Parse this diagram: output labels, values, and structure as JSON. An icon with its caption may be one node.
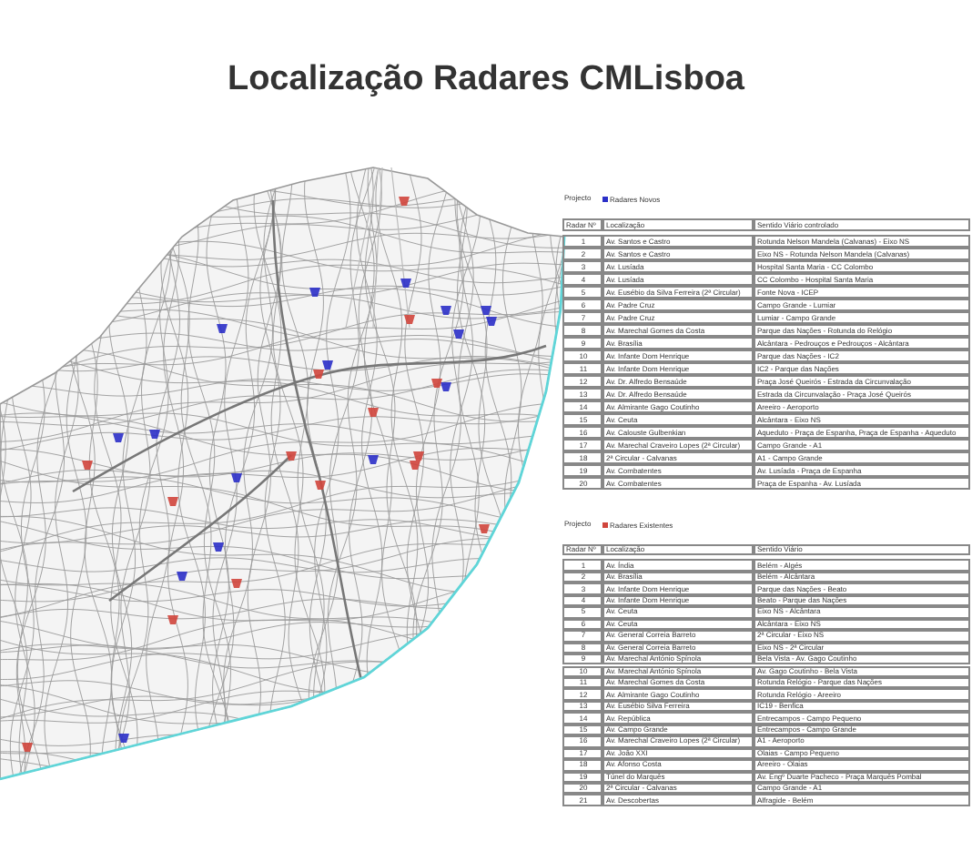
{
  "diagram": {
    "title": "Localização Radares CMLisboa",
    "labels": [
      "Projecto",
      "Radar Nº",
      "Localização",
      "Sentido Viário controlado",
      "1",
      "Av. Santos e Castro",
      "Rotunda Nelson Mandela (Calvanas) - Eixo NS",
      "2",
      "Av. Santos e Castro",
      "Eixo NS - Rotunda Nelson Mandela (Calvanas)",
      "3",
      "Av. Lusíada",
      "Hospital Santa Maria - CC Colombo",
      "4",
      "Av. Lusíada",
      "CC Colombo - Hospital Santa Maria",
      "5",
      "Av. Eusébio da Silva Ferreira (2ª Circular)",
      "Fonte Nova - ICEP",
      "6",
      "Av. Padre Cruz",
      "Campo Grande - Lumiar",
      "7",
      "Av. Padre Cruz",
      "Lumiar - Campo Grande",
      "8",
      "Av. Marechal Gomes da Costa",
      "Parque das Nações - Rotunda do Relógio",
      "9",
      "Av. Brasília",
      "Alcântara - Pedrouços e Pedrouços - Alcântara",
      "10",
      "Av. Infante Dom Henrique",
      "Parque das Nações - IC2",
      "11",
      "Av. Infante Dom Henrique",
      "IC2 - Parque das Nações",
      "12",
      "Av. Dr. Alfredo Bensaúde",
      "Praça José Queirós - Estrada da Circunvalação",
      "13",
      "Av. Dr. Alfredo Bensaúde",
      "Estrada da Circunvalação - Praça José Queirós",
      "14",
      "Av. Almirante Gago Coutinho",
      "Areeiro - Aeroporto",
      "15",
      "Av. Ceuta",
      "Alcântara - Eixo NS",
      "16",
      "Av. Calouste Gulbenkian",
      "Aqueduto - Praça de Espanha, Praça de Espanha - Aqueduto",
      "17",
      "Av. Marechal Craveiro Lopes (2ª Circular)",
      "Campo Grande - A1",
      "18",
      "2ª Circular - Calvanas",
      "A1 - Campo Grande",
      "19",
      "Av. Combatentes",
      "Av. Lusíada - Praça de Espanha",
      "20",
      "Av. Combatentes",
      "Praça de Espanha - Av. Lusíada",
      "Projecto",
      "Radar Nº",
      "Localização",
      "Sentido Viário",
      "1",
      "Av. Índia",
      "Belém - Algés",
      "2",
      "Av. Brasília",
      "Belém - Alcântara",
      "3",
      "Av. Infante Dom Henrique",
      "Parque das Nações - Beato",
      "4",
      "Av. Infante Dom Henrique",
      "Beato - Parque das Nações",
      "5",
      "Av. Ceuta",
      "Eixo NS - Alcântara",
      "6",
      "Av. Ceuta",
      "Alcântara - Eixo NS",
      "7",
      "Av. General Correia Barreto",
      "2ª Circular - Eixo NS",
      "8",
      "Av. General Correia Barreto",
      "Eixo NS - 2ª Circular",
      "9",
      "Av. Marechal António Spínola",
      "Bela Vista - Av. Gago Coutinho",
      "10",
      "Av. Marechal António Spínola",
      "Av. Gago Coutinho - Bela Vista",
      "11",
      "Av. Marechal Gomes da Costa",
      "Rotunda Relógio - Parque das Nações",
      "12",
      "Av. Almirante Gago Coutinho",
      "Rotunda Relógio - Areeiro",
      "13",
      "Av. Eusébio Silva Ferreira",
      "IC19 - Benfica",
      "14",
      "Av. República",
      "Entrecampos - Campo Pequeno",
      "15",
      "Av. Campo Grande",
      "Entrecampos - Campo Grande",
      "16",
      "Av. Marechal Craveiro Lopes (2ª Circular)",
      "A1 - Aeroporto",
      "17",
      "Av. João XXI",
      "Olaias - Campo Pequeno",
      "18",
      "Av. Afonso Costa",
      "Areeiro - Olaias",
      "19",
      "Túnel do Marquês",
      "Av. Engº Duarte Pacheco - Praça Marquês Pombal",
      "20",
      "2ª Circular - Calvanas",
      "Campo Grande - A1",
      "21",
      "Av. Descobertas",
      "Alfragide - Belém"
    ],
    "legend": [
      {
        "text": "Radares Novos",
        "color": "#2b2fc8"
      },
      {
        "text": "Radares Existentes",
        "color": "#d0453c"
      }
    ]
  }
}
